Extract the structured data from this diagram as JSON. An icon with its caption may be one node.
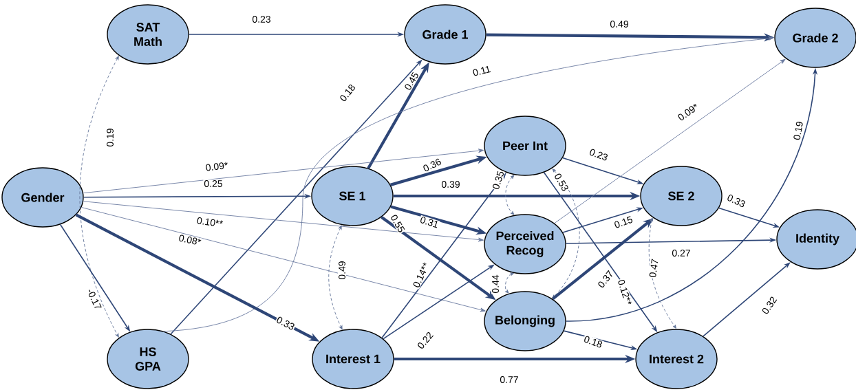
{
  "diagram": {
    "nodes": [
      {
        "text": [
          "SAT Math"
        ]
      },
      {
        "text": [
          "Grade 1"
        ]
      },
      {
        "text": [
          "Grade 2"
        ]
      },
      {
        "text": [
          "Gender"
        ]
      },
      {
        "text": [
          "SE 1"
        ]
      },
      {
        "text": [
          "Peer Int"
        ]
      },
      {
        "text": [
          "SE 2"
        ]
      },
      {
        "text": [
          "Perceived Recog"
        ]
      },
      {
        "text": [
          "Identity"
        ]
      },
      {
        "text": [
          "Belonging"
        ]
      },
      {
        "text": [
          "HS GPA"
        ]
      },
      {
        "text": [
          "Interest 1"
        ]
      },
      {
        "text": [
          "Interest 2"
        ]
      }
    ],
    "edges": [
      {
        "from": 0,
        "to": 1,
        "arrow": "to",
        "label": "0.23"
      },
      {
        "from": 1,
        "to": 2,
        "arrow": "to",
        "label": "0.49",
        "style": "thick"
      },
      {
        "from": 10,
        "to": 1,
        "arrow": "to",
        "label": "0.18"
      },
      {
        "from": 4,
        "to": 1,
        "arrow": "to",
        "label": "0.45",
        "style": "thick"
      },
      {
        "from": 10,
        "to": 2,
        "arrow": "to",
        "label": "0.11",
        "color": "#6b7ba0"
      },
      {
        "from": 0,
        "to": 10,
        "arrow": "both",
        "label": "0.19",
        "style": "dashed"
      },
      {
        "from": 3,
        "to": 5,
        "arrow": "to",
        "label": "0.09*",
        "color": "#6b7ba0"
      },
      {
        "from": 3,
        "to": 4,
        "arrow": "to",
        "label": "0.25"
      },
      {
        "from": 3,
        "to": 7,
        "arrow": "to",
        "label": "0.10**",
        "color": "#6b7ba0"
      },
      {
        "from": 3,
        "to": 9,
        "arrow": "to",
        "label": "0.08*",
        "color": "#6b7ba0"
      },
      {
        "from": 3,
        "to": 11,
        "arrow": "to",
        "label": "0.33",
        "style": "thick"
      },
      {
        "from": 3,
        "to": 10,
        "arrow": "to",
        "label": "-0.17"
      },
      {
        "from": 4,
        "to": 5,
        "arrow": "to",
        "label": "0.36",
        "style": "thick"
      },
      {
        "from": 4,
        "to": 6,
        "arrow": "to",
        "label": "0.39",
        "style": "thick"
      },
      {
        "from": 4,
        "to": 7,
        "arrow": "to",
        "label": "0.31",
        "style": "thick"
      },
      {
        "from": 4,
        "to": 9,
        "arrow": "to",
        "label": "0.55",
        "style": "thick"
      },
      {
        "from": 4,
        "to": 11,
        "arrow": "both",
        "label": "0.49",
        "style": "dashed"
      },
      {
        "from": 11,
        "to": 5,
        "arrow": "to",
        "label": "0.14**"
      },
      {
        "from": 11,
        "to": 7,
        "arrow": "to",
        "label": "0.22"
      },
      {
        "from": 11,
        "to": 12,
        "arrow": "to",
        "label": "0.77",
        "style": "thick"
      },
      {
        "from": 5,
        "to": 6,
        "arrow": "to",
        "label": "0.23"
      },
      {
        "from": 5,
        "to": 12,
        "arrow": "to",
        "label": "0.12**"
      },
      {
        "from": 5,
        "to": 7,
        "arrow": "both",
        "label": "0.35",
        "style": "dashed"
      },
      {
        "from": 5,
        "to": 9,
        "arrow": "both",
        "label": "0.53",
        "style": "dashed"
      },
      {
        "from": 7,
        "to": 9,
        "arrow": "both",
        "label": "0.44",
        "style": "dashed"
      },
      {
        "from": 7,
        "to": 2,
        "arrow": "to",
        "label": "0.09*",
        "color": "#6b7ba0"
      },
      {
        "from": 7,
        "to": 6,
        "arrow": "to",
        "label": "0.15"
      },
      {
        "from": 7,
        "to": 8,
        "arrow": "to",
        "label": "0.27"
      },
      {
        "from": 9,
        "to": 6,
        "arrow": "to",
        "label": "0.37",
        "style": "thick"
      },
      {
        "from": 9,
        "to": 2,
        "arrow": "to",
        "label": "0.19"
      },
      {
        "from": 9,
        "to": 12,
        "arrow": "to",
        "label": "0.18"
      },
      {
        "from": 6,
        "to": 8,
        "arrow": "to",
        "label": "0.33"
      },
      {
        "from": 6,
        "to": 12,
        "arrow": "both",
        "label": "0.47",
        "style": "dashed"
      },
      {
        "from": 12,
        "to": 8,
        "arrow": "to",
        "label": "0.32"
      }
    ]
  }
}
